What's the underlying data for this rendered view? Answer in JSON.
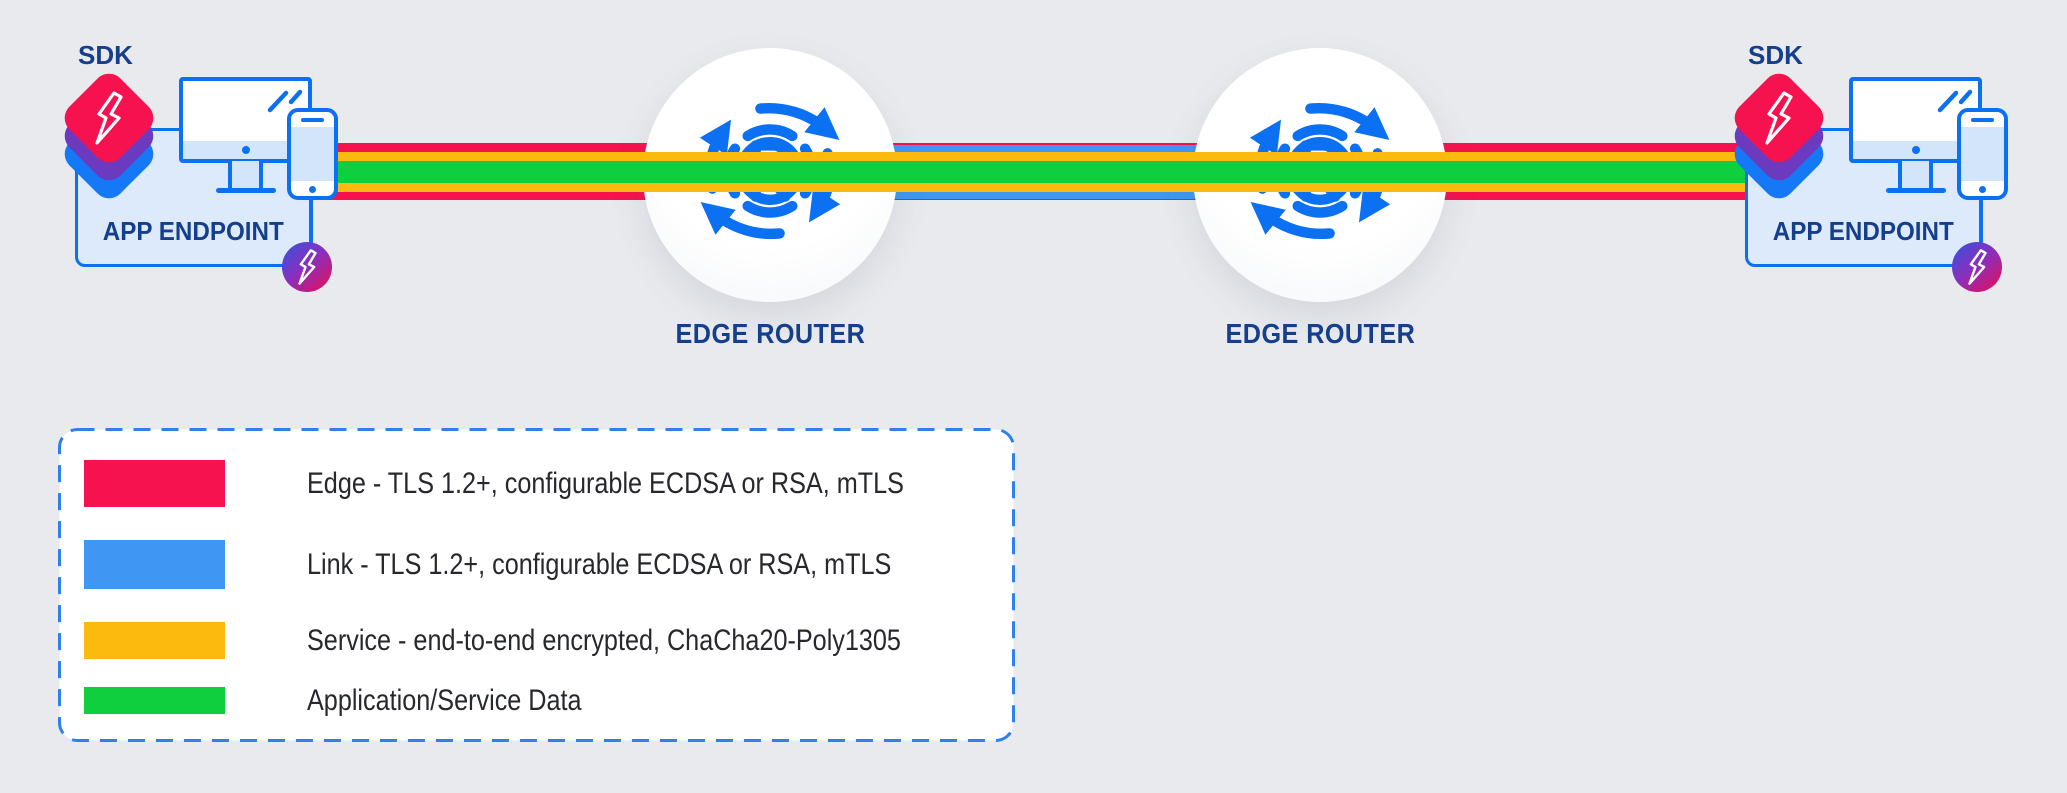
{
  "diagram": {
    "type": "network-architecture",
    "description": "App endpoints connected through two edge routers with layered encryption channels"
  },
  "colors": {
    "background": "#E8EAED",
    "edge_red": "#F5124E",
    "link_blue": "#4096F3",
    "service_yellow": "#FCBA0F",
    "data_green": "#0FCF3E",
    "icon_blue": "#0C70F2",
    "navy_text": "#153E8C",
    "legend_text": "#26282D",
    "sdk_purple": "#6B3ABF",
    "sdk_blue": "#1579F7",
    "endpoint_box_fill": "#DCEAFB",
    "badge_gradient_start": "#3A51DA",
    "badge_gradient_end": "#DE1260"
  },
  "endpoints": [
    {
      "sdk_label": "SDK",
      "label": "APP ENDPOINT"
    },
    {
      "sdk_label": "SDK",
      "label": "APP ENDPOINT"
    }
  ],
  "routers": [
    {
      "label": "EDGE ROUTER"
    },
    {
      "label": "EDGE ROUTER"
    }
  ],
  "legend": {
    "items": [
      {
        "label": "Edge - TLS 1.2+, configurable ECDSA or RSA, mTLS",
        "color": "#F5124E"
      },
      {
        "label": "Link - TLS 1.2+, configurable ECDSA or RSA, mTLS",
        "color": "#4096F3"
      },
      {
        "label": "Service - end-to-end encrypted, ChaCha20-Poly1305",
        "color": "#FCBA0F"
      },
      {
        "label": "Application/Service Data",
        "color": "#0FCF3E"
      }
    ]
  }
}
